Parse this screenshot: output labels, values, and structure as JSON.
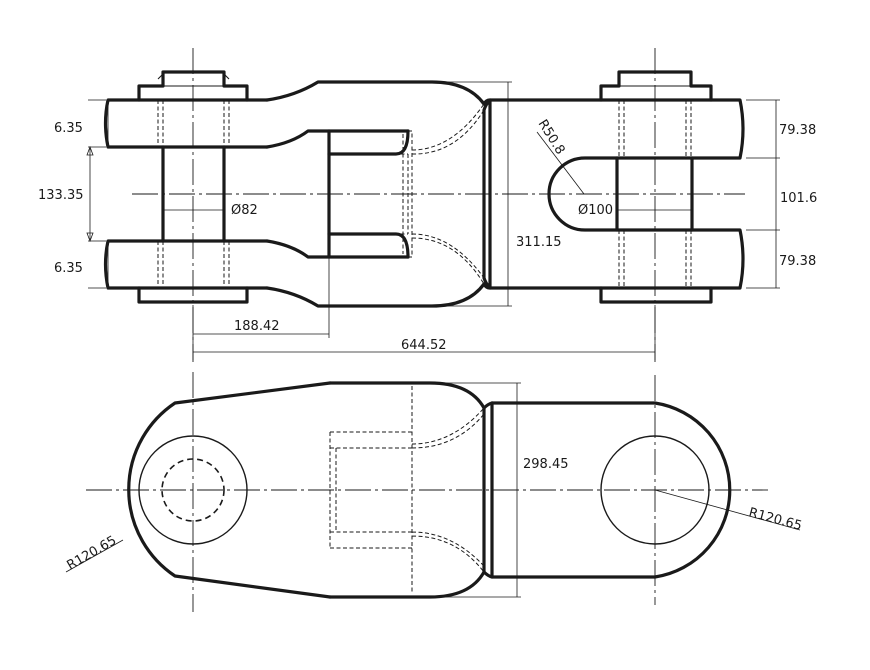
{
  "dimensions": {
    "d_6_35_top": "6.35",
    "d_133_35": "133.35",
    "d_6_35_bottom": "6.35",
    "d_dia_82": "Ø82",
    "d_188_42": "188.42",
    "d_644_52": "644.52",
    "d_311_15": "311.15",
    "d_r_50_8": "R50.8",
    "d_dia_100": "Ø100",
    "d_79_38_top": "79.38",
    "d_101_6": "101.6",
    "d_79_38_bottom": "79.38",
    "d_298_45": "298.45",
    "d_r_120_65_left": "R120.65",
    "d_r_120_65_right": "R120.65"
  }
}
